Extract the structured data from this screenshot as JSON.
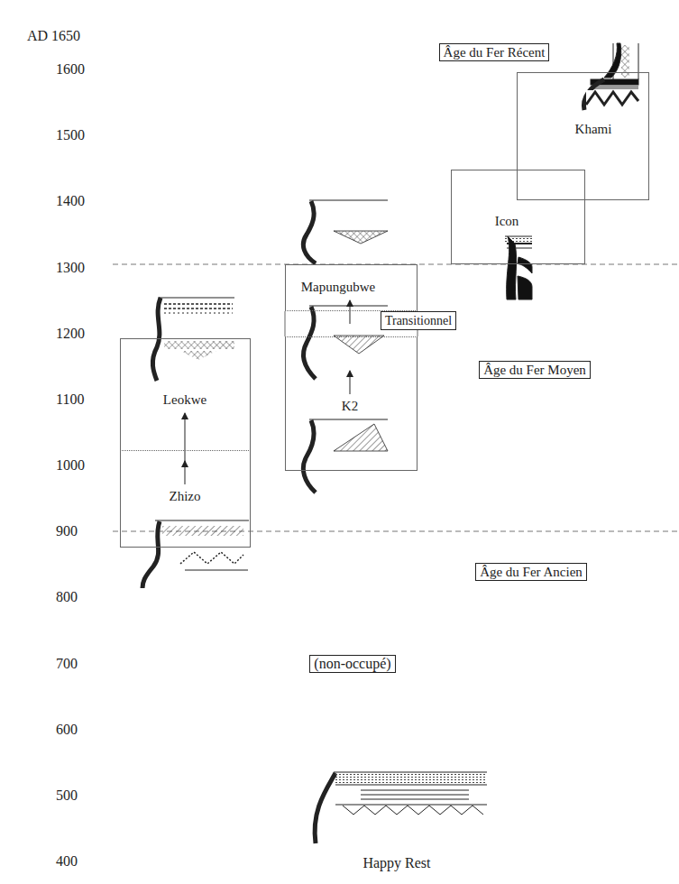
{
  "diagram": {
    "nodes": [
      {
        "text": [
          "Khami"
        ]
      },
      {
        "text": [
          "Icon"
        ]
      },
      {
        "text": [
          "Mapungubwe"
        ]
      },
      {
        "text": [
          "Transitionnel"
        ]
      },
      {
        "text": [
          "K2"
        ]
      },
      {
        "text": [
          "Leokwe"
        ]
      },
      {
        "text": [
          "Zhizo"
        ]
      },
      {
        "text": [
          "Âge du Fer Récent"
        ]
      },
      {
        "text": [
          "Âge du Fer Moyen"
        ]
      },
      {
        "text": [
          "Âge du Fer Ancien"
        ]
      },
      {
        "text": [
          "(non-occupé)"
        ]
      }
    ],
    "edges": [
      {
        "from": 6,
        "to": 5,
        "arrow": "to"
      },
      {
        "from": 4,
        "to": 2,
        "arrow": "to"
      }
    ],
    "labels": [
      "AD 1650",
      "1600",
      "1500",
      "1400",
      "1300",
      "1200",
      "1100",
      "1000",
      "900",
      "800",
      "700",
      "600",
      "500",
      "400",
      "Happy Rest"
    ]
  }
}
